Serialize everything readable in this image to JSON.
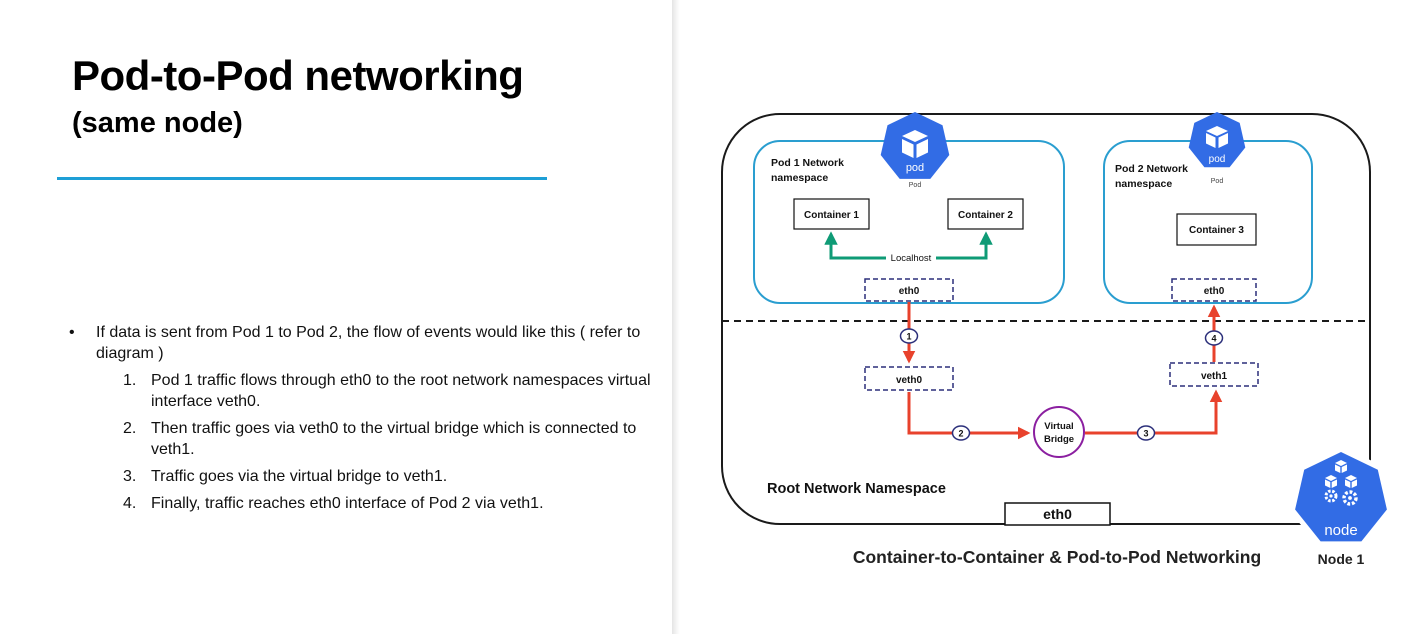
{
  "slide": {
    "title": "Pod-to-Pod networking",
    "subtitle": "(same node)",
    "bullet": "If data is sent from Pod 1 to Pod 2, the flow of events would like this ( refer to diagram )",
    "steps": [
      {
        "num": "1.",
        "text": "Pod 1 traffic flows through eth0 to the root network namespaces virtual interface veth0."
      },
      {
        "num": "2.",
        "text": "Then traffic goes via veth0 to the virtual bridge which is connected to veth1."
      },
      {
        "num": "3.",
        "text": "Traffic goes via the virtual bridge to veth1."
      },
      {
        "num": "4.",
        "text": "Finally, traffic reaches eth0 interface of Pod 2 via veth1."
      }
    ]
  },
  "diagram": {
    "pod1_ns_line1": "Pod 1 Network",
    "pod1_ns_line2": "namespace",
    "pod2_ns_line1": "Pod 2 Network",
    "pod2_ns_line2": "namespace",
    "pod_badge_label": "pod",
    "pod_caption": "Pod",
    "container1": "Container 1",
    "container2": "Container 2",
    "container3": "Container 3",
    "localhost": "Localhost",
    "eth0": "eth0",
    "veth0": "veth0",
    "veth1": "veth1",
    "bridge_line1": "Virtual",
    "bridge_line2": "Bridge",
    "step_labels": [
      "1",
      "2",
      "3",
      "4"
    ],
    "root_ns": "Root Network Namespace",
    "node_eth0": "eth0",
    "node_badge_label": "node",
    "node_caption": "Node 1",
    "caption": "Container-to-Container & Pod-to-Pod Networking"
  },
  "colors": {
    "accent_rule": "#1e9fd6",
    "pod_border": "#2a9ed0",
    "k8s_blue": "#326ce5",
    "localhost_green": "#0f9b76",
    "flow_red": "#e8422c",
    "dash_navy": "#2b2f7a",
    "bridge_purple": "#8b1fa0"
  },
  "icons": [
    "kubernetes-pod-icon",
    "kubernetes-node-icon"
  ]
}
